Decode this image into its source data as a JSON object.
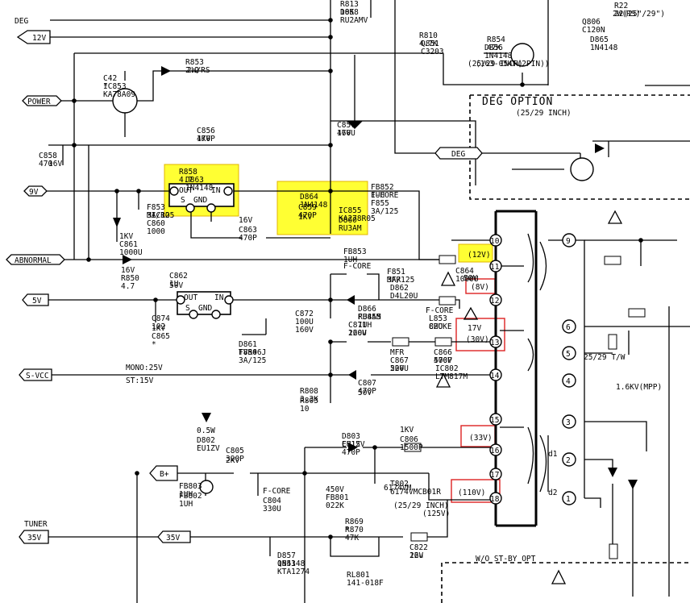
{
  "net_labels": {
    "deg": "DEG",
    "v12": "12V",
    "power": "POWER",
    "v9": "9V",
    "abnormal": "ABNORMAL",
    "v5": "5V",
    "svcc": "S-VCC",
    "bplus": "B+",
    "tuner": "TUNER",
    "v35": "35V",
    "deg_right": "DEG"
  },
  "section_titles": {
    "deg_option": "DEG OPTION",
    "deg_option_sub": "(25/29 INCH)",
    "standby_option": "W/O ST-BY OPT"
  },
  "voltage_callouts": [
    "(12V)",
    "(8V)",
    "17V",
    "(30V)",
    "(33V)",
    "(110V)"
  ],
  "notes": {
    "mono": "MONO:25V",
    "st": "ST:15V",
    "inch_25_29": "(25/29 INCH)",
    "v125": "(125V)",
    "inch_tw": "25/29 T/W",
    "mpp": "1.6KV(MPP)"
  },
  "components": [
    {
      "ref": "R810",
      "value": "4.7K"
    },
    {
      "ref": "Q851",
      "value": "C3203"
    },
    {
      "ref": "R854",
      "value": "47K"
    },
    {
      "ref": "D856",
      "value": "1N4148"
    },
    {
      "ref": "note",
      "value": "(25/29 INCH)"
    },
    {
      "ref": "note",
      "value": "(163-054F(2PIN))"
    },
    {
      "ref": "R22",
      "value": "22(25\"/29\")"
    },
    {
      "ref": "R22b",
      "value": "2W(RS)"
    },
    {
      "ref": "Q806",
      "value": "C120N"
    },
    {
      "ref": "D865",
      "value": "1N4148"
    },
    {
      "ref": "R813",
      "value": "10K"
    },
    {
      "ref": "D858",
      "value": "RU2AMV"
    },
    {
      "ref": "C42",
      "value": "*"
    },
    {
      "ref": "IC853",
      "value": "KA78A09"
    },
    {
      "ref": "R853",
      "value": "2.2"
    },
    {
      "ref": "R853b",
      "value": "2W/RS"
    },
    {
      "ref": "C856",
      "value": "470P"
    },
    {
      "ref": "C856b",
      "value": "1KV"
    },
    {
      "ref": "C857",
      "value": "470U"
    },
    {
      "ref": "C857b",
      "value": "16V"
    },
    {
      "ref": "C858",
      "value": "470"
    },
    {
      "ref": "C858b",
      "value": "16V"
    },
    {
      "ref": "R858",
      "value": "4.7"
    },
    {
      "ref": "D863",
      "value": "1N4148"
    },
    {
      "ref": "D864",
      "value": "1N4148"
    },
    {
      "ref": "C859",
      "value": "470P"
    },
    {
      "ref": "C859b",
      "value": "1KV"
    },
    {
      "ref": "FB852",
      "value": "1UH"
    },
    {
      "ref": "FB852b",
      "value": "F-CORE"
    },
    {
      "ref": "F855",
      "value": "3A/125"
    },
    {
      "ref": "IC855",
      "value": "KA278R05"
    },
    {
      "ref": "D860",
      "value": "RU3AM"
    },
    {
      "ref": "F853",
      "value": "3A/125"
    },
    {
      "ref": "F853b",
      "value": "MICRO"
    },
    {
      "ref": "C860",
      "value": "1000"
    },
    {
      "ref": "C860b",
      "value": "16V"
    },
    {
      "ref": "C863",
      "value": "470P"
    },
    {
      "ref": "C863b",
      "value": "1KV"
    },
    {
      "ref": "C861",
      "value": "1000U"
    },
    {
      "ref": "C861b",
      "value": "16V"
    },
    {
      "ref": "R850",
      "value": "4.7"
    },
    {
      "ref": "FB853",
      "value": "1UH"
    },
    {
      "ref": "FB853b",
      "value": "F-CORE"
    },
    {
      "ref": "F851",
      "value": "3A/125"
    },
    {
      "ref": "F851b",
      "value": "MFR"
    },
    {
      "ref": "D862",
      "value": "D4L20U"
    },
    {
      "ref": "C864",
      "value": "1000U"
    },
    {
      "ref": "C864b",
      "value": "50V"
    },
    {
      "ref": "C862",
      "value": "1U"
    },
    {
      "ref": "C862b",
      "value": "50V"
    },
    {
      "ref": "D866",
      "value": "RU4AM"
    },
    {
      "ref": "FB855",
      "value": "1UH"
    },
    {
      "ref": "FB855b",
      "value": "F-CORE"
    },
    {
      "ref": "L853",
      "value": "82U"
    },
    {
      "ref": "L853b",
      "value": "CHOKE"
    },
    {
      "ref": "C872",
      "value": "100U"
    },
    {
      "ref": "C872b",
      "value": "160V"
    },
    {
      "ref": "C871",
      "value": "220U"
    },
    {
      "ref": "C871b",
      "value": "160V"
    },
    {
      "ref": "C874",
      "value": "102"
    },
    {
      "ref": "C874b",
      "value": "1KV"
    },
    {
      "ref": "C865",
      "value": "*"
    },
    {
      "ref": "D861",
      "value": "TVR06J"
    },
    {
      "ref": "F854",
      "value": "3A/125"
    },
    {
      "ref": "F854b",
      "value": "MFR"
    },
    {
      "ref": "C867",
      "value": "220U"
    },
    {
      "ref": "C867b",
      "value": "50V"
    },
    {
      "ref": "C866",
      "value": "470P"
    },
    {
      "ref": "C866b",
      "value": "500V"
    },
    {
      "ref": "IC802",
      "value": "LTM817M"
    },
    {
      "ref": "C807",
      "value": "470P"
    },
    {
      "ref": "C807b",
      "value": "50V"
    },
    {
      "ref": "R808",
      "value": "3.3K"
    },
    {
      "ref": "R803",
      "value": "10"
    },
    {
      "ref": "R803b",
      "value": "0.5W"
    },
    {
      "ref": "D802",
      "value": "EU1ZV"
    },
    {
      "ref": "D803",
      "value": "EU1ZV"
    },
    {
      "ref": "C815",
      "value": "470P"
    },
    {
      "ref": "C815b",
      "value": "1KV"
    },
    {
      "ref": "C806",
      "value": "1500P"
    },
    {
      "ref": "C805",
      "value": "390P"
    },
    {
      "ref": "C805b",
      "value": "2KV"
    },
    {
      "ref": "FB803",
      "value": "1UH"
    },
    {
      "ref": "FB802",
      "value": "1UH"
    },
    {
      "ref": "FB802b",
      "value": "F-CORE"
    },
    {
      "ref": "C804",
      "value": "330U"
    },
    {
      "ref": "C804b",
      "value": "450V"
    },
    {
      "ref": "FB801",
      "value": "022K"
    },
    {
      "ref": "T802",
      "value": "6174VMCB01R"
    },
    {
      "ref": "T802b",
      "value": "6174VM"
    },
    {
      "ref": "R869",
      "value": "*"
    },
    {
      "ref": "R870",
      "value": "47K"
    },
    {
      "ref": "C822",
      "value": "22u"
    },
    {
      "ref": "C822b",
      "value": "16V"
    },
    {
      "ref": "D857",
      "value": "1N4148"
    },
    {
      "ref": "Q853",
      "value": "KTA1274"
    },
    {
      "ref": "RL801",
      "value": "141-018F"
    }
  ],
  "transformer_pins_left": [
    "10",
    "11",
    "12",
    "13",
    "14",
    "15",
    "16",
    "17",
    "18"
  ],
  "transformer_pins_right": [
    "9",
    "6",
    "5",
    "4",
    "3",
    "2",
    "1"
  ],
  "transformer_coils": [
    "d1",
    "d2"
  ],
  "ic_pins": {
    "out": "OUT",
    "in": "IN",
    "s": "S",
    "gnd": "GND"
  }
}
